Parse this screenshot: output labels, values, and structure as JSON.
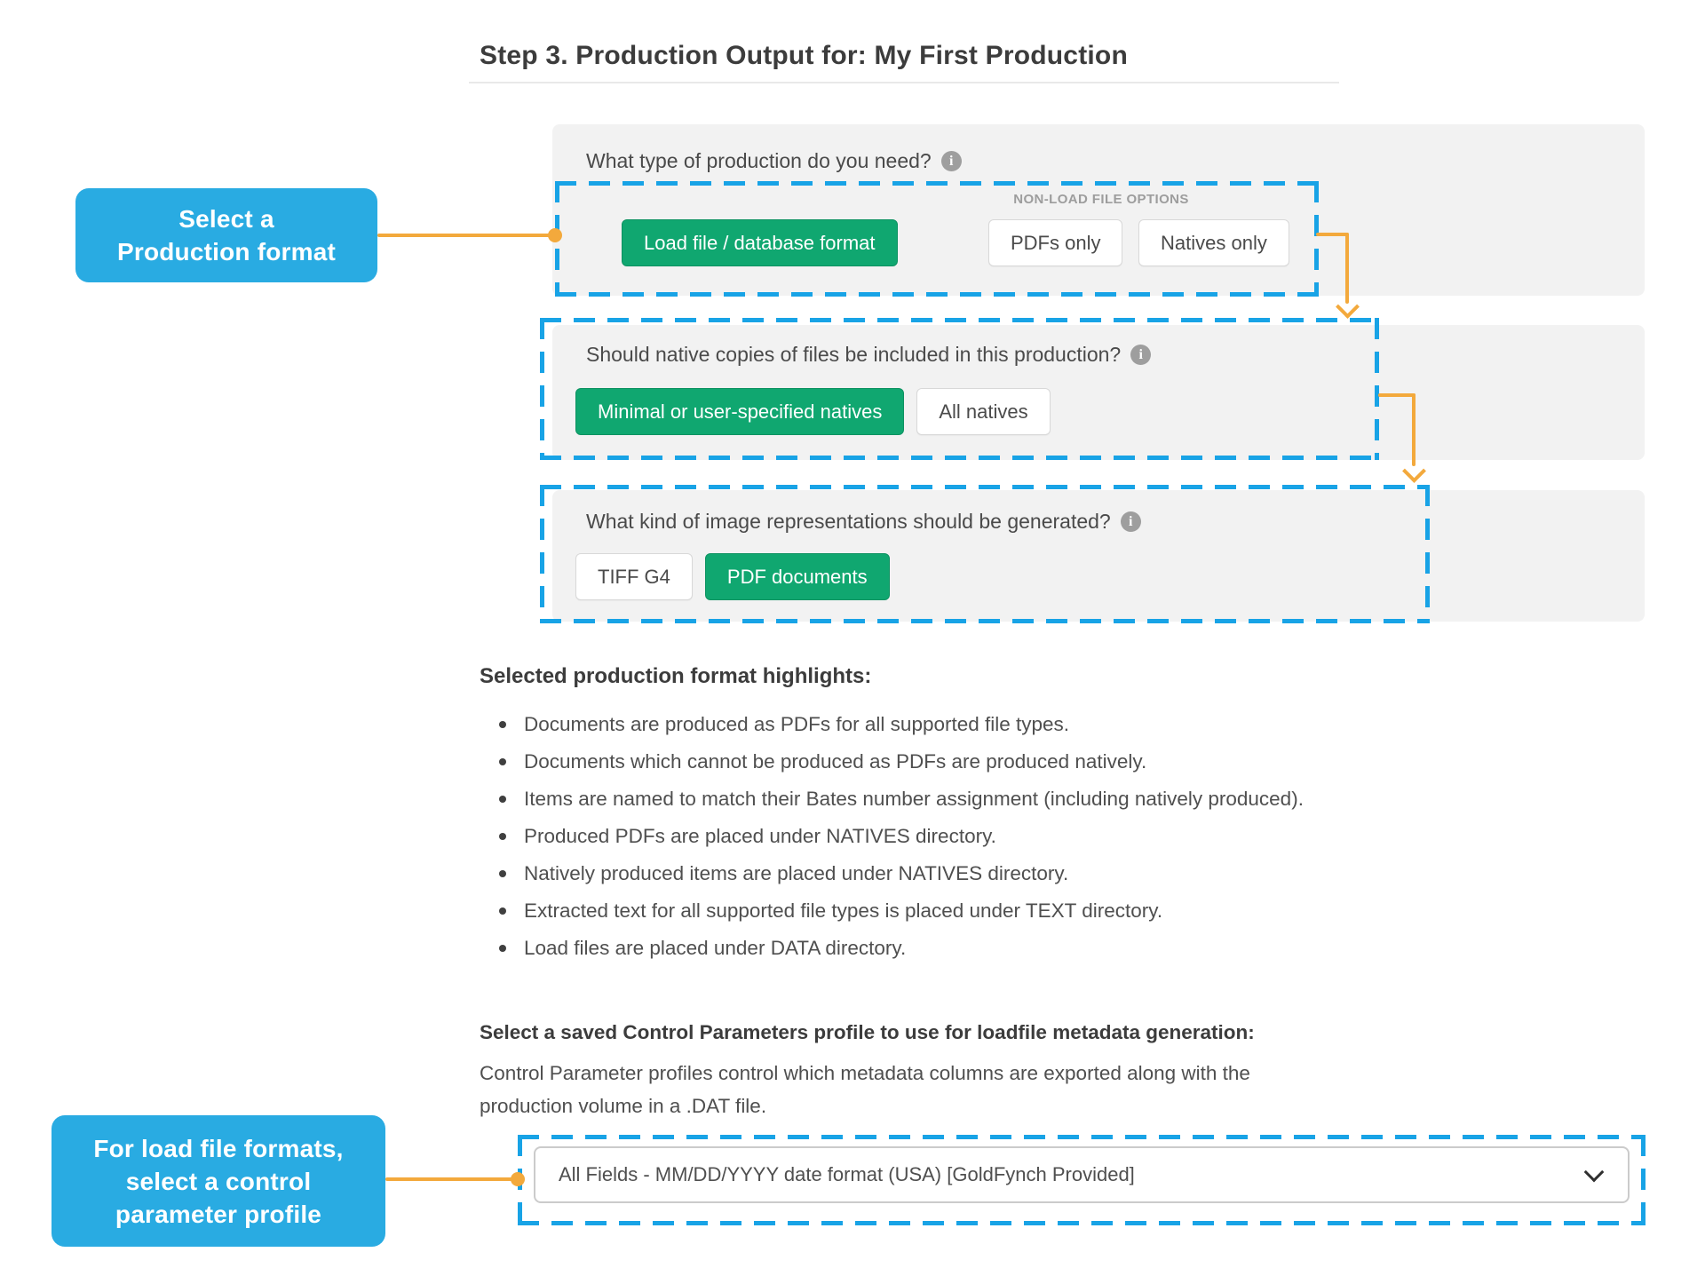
{
  "title": "Step 3. Production Output for: My First Production",
  "callouts": {
    "format": {
      "line1": "Select a",
      "line2": "Production format"
    },
    "control": {
      "line1": "For load file formats,",
      "line2": "select a control",
      "line3": "parameter profile"
    }
  },
  "sections": [
    {
      "question": "What type of production do you need?",
      "group_label": "NON-LOAD FILE OPTIONS",
      "buttons": [
        {
          "label": "Load file / database format",
          "selected": true
        },
        {
          "label": "PDFs only",
          "selected": false
        },
        {
          "label": "Natives only",
          "selected": false
        }
      ]
    },
    {
      "question": "Should native copies of files be included in this production?",
      "buttons": [
        {
          "label": "Minimal or user-specified natives",
          "selected": true
        },
        {
          "label": "All natives",
          "selected": false
        }
      ]
    },
    {
      "question": "What kind of image representations should be generated?",
      "buttons": [
        {
          "label": "TIFF G4",
          "selected": false
        },
        {
          "label": "PDF documents",
          "selected": true
        }
      ]
    }
  ],
  "highlights": {
    "heading": "Selected production format highlights:",
    "items": [
      "Documents are produced as PDFs for all supported file types.",
      "Documents which cannot be produced as PDFs are produced natively.",
      "Items are named to match their Bates number assignment (including natively produced).",
      "Produced PDFs are placed under NATIVES directory.",
      "Natively produced items are placed under NATIVES directory.",
      "Extracted text for all supported file types is placed under TEXT directory.",
      "Load files are placed under DATA directory."
    ]
  },
  "control_parameters": {
    "prompt": "Select a saved Control Parameters profile to use for loadfile metadata generation:",
    "description": "Control Parameter profiles control which metadata columns are exported along with the production volume in a .DAT file.",
    "selected_option": "All Fields - MM/DD/YYYY date format (USA) [GoldFynch Provided]"
  },
  "icons": {
    "info": "i",
    "bullet": "•"
  },
  "colors": {
    "selected_green": "#10a770",
    "callout_blue": "#29abe2",
    "annotation_dashed_blue": "#18a3e6",
    "annotation_arrow_orange": "#f3a93c",
    "panel_gray": "#f2f2f2"
  }
}
